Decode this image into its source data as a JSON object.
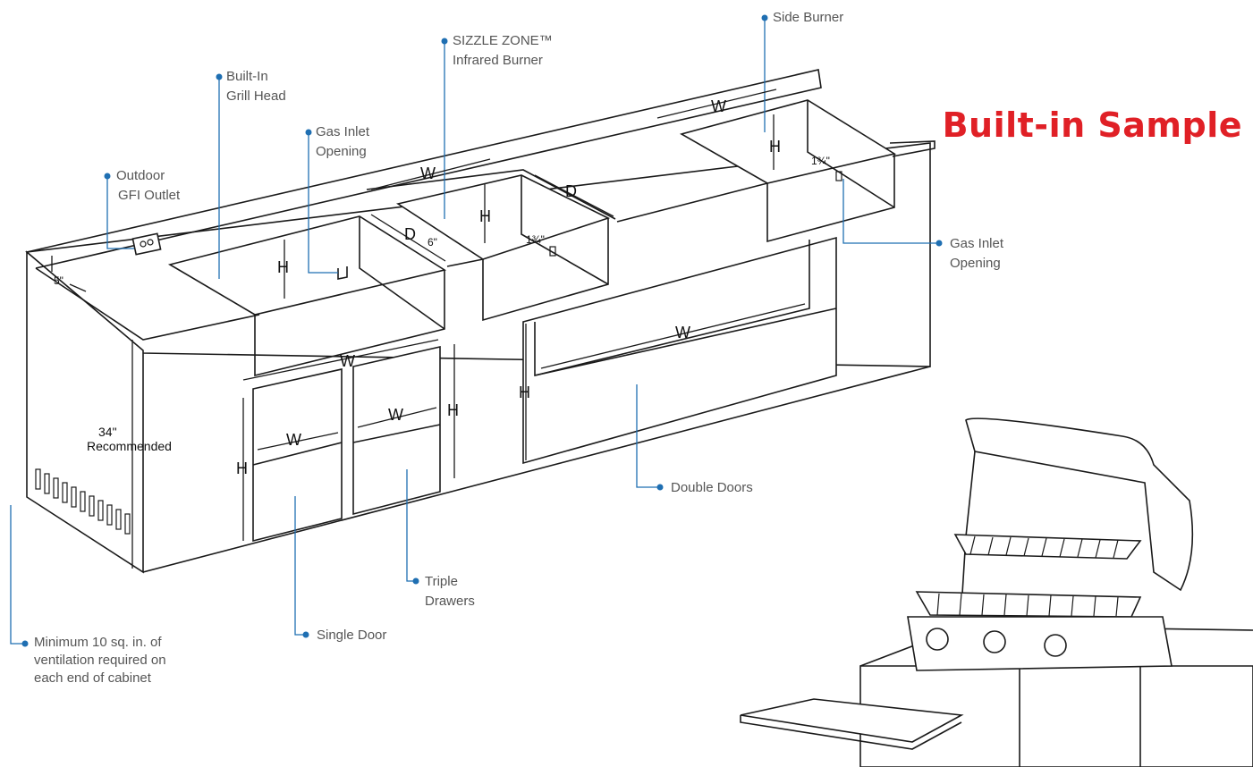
{
  "title": "Built-in Sample",
  "callouts": {
    "outlet": [
      "Outdoor",
      "GFI Outlet"
    ],
    "grill_head": [
      "Built-In",
      "Grill Head"
    ],
    "gas_inlet_left": [
      "Gas Inlet",
      "Opening"
    ],
    "sizzle_zone": [
      "SIZZLE ZONE™",
      "Infrared Burner"
    ],
    "side_burner": [
      "Side Burner"
    ],
    "gas_inlet_right": [
      "Gas Inlet",
      "Opening"
    ],
    "double_doors": [
      "Double Doors"
    ],
    "triple_drawers": [
      "Triple",
      "Drawers"
    ],
    "single_door": [
      "Single Door"
    ],
    "ventilation": [
      "Minimum 10 sq. in. of",
      "ventilation required on",
      "each end of cabinet"
    ]
  },
  "dimensions": {
    "w": "W",
    "h": "H",
    "d": "D",
    "five_in": "5\"",
    "six_in": "6\"",
    "one_three_quarter": "1¾\"",
    "height_value": "34\"",
    "height_note": "Recommended"
  },
  "colors": {
    "title": "#e02026",
    "leader": "#1f6fb2",
    "callout_text": "#555555",
    "line": "#1a1a1a"
  }
}
